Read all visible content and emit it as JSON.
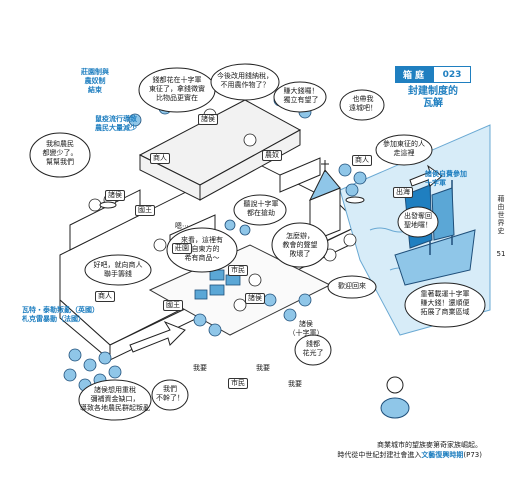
{
  "sidebar": {
    "vertical_title": "藉由世界史",
    "page_number": "51"
  },
  "header": {
    "chapter_label": "箱庭",
    "chapter_number": "023",
    "title": "封建制度的\n瓦解"
  },
  "annotations": {
    "manor_collapse": "莊園制與\n農奴制\n結束",
    "plague": "鼠疫流行導致\n農民大量減少",
    "wartyler": "瓦特・泰勒叛亂（英國）\n札克雷暴動（法國）",
    "crusade": "諸侯自費參加\n十字軍"
  },
  "bubbles": [
    {
      "id": "money_crusade",
      "text": "錢都花在十字軍\n東征了，拿錢徵實\n比物品更實在"
    },
    {
      "id": "tax_pay",
      "text": "今後改用錢納稅，\n不用農作物了？"
    },
    {
      "id": "make_money",
      "text": "賺大錢囉！\n獨立有望了"
    },
    {
      "id": "want_too",
      "text": "也帶我\n遠城吧！"
    },
    {
      "id": "farmers_less",
      "text": "我和農民\n都變少了。\n幫幫我們"
    },
    {
      "id": "heard_crusade",
      "text": "聽說十字軍\n都在搶劫"
    },
    {
      "id": "east_goods",
      "text": "來看，這裡有\n來自東方的\n希有商品～"
    },
    {
      "id": "church",
      "text": "怎麼辦，\n教會的聲望\n敗壞了"
    },
    {
      "id": "welcome_back",
      "text": "歡迎回來"
    },
    {
      "id": "lend_money",
      "text": "好吧，就向商人\n聯手籌錢"
    },
    {
      "id": "no_money",
      "text": "錢都\n花光了"
    },
    {
      "id": "trade_area",
      "text": "靠著載運十字軍\n賺大錢！還順便\n拓展了商業區域"
    },
    {
      "id": "recapture",
      "text": "出發奪回\n聖地囉！"
    },
    {
      "id": "join_crusade",
      "text": "參加東征的人\n走這裡"
    },
    {
      "id": "cant_do",
      "text": "我們\n不幹了！"
    },
    {
      "id": "heavy_tax",
      "text": "諸侯想用重稅\n彌補資金缺口，\n導致各地農民群起叛亂"
    }
  ],
  "labels": {
    "lords": "諸侯",
    "serf": "農奴",
    "merchant": "商人",
    "king": "國王",
    "lords_crusade": "諸侯\n（十字軍）",
    "citizen": "市民",
    "want": "我要",
    "want2": "我要",
    "want3": "我要",
    "huh": "嗯⋯",
    "manor": "莊園",
    "out_sea": "出海",
    "merchant2": "商人",
    "citizen2": "市民",
    "lords2": "諸侯",
    "lords3": "諸侯",
    "king2": "國王",
    "merchant3": "商人"
  },
  "caption": {
    "line1": "商業城市的望族麥第奇家族崛起。",
    "line2_prefix": "時代從中世紀封建社會進入",
    "line2_link": "文藝復興時期",
    "line2_ref": "(P73)"
  },
  "colors": {
    "accent": "#1f7fc0",
    "light_blue": "#8fc6e8",
    "ink": "#1a1a1a"
  }
}
